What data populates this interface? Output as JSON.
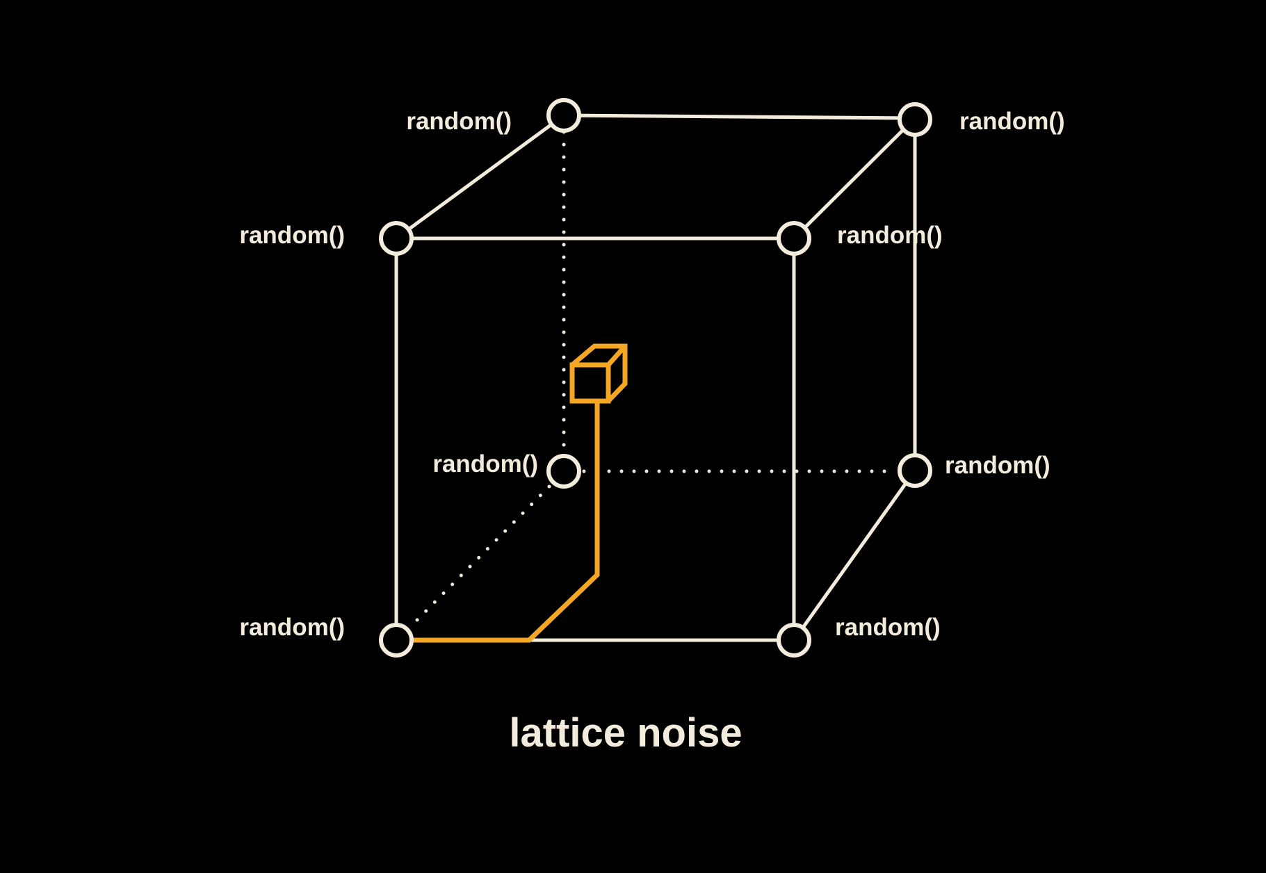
{
  "diagram": {
    "title": "lattice noise",
    "corner_labels": {
      "back_top_left": "random()",
      "back_top_right": "random()",
      "front_top_left": "random()",
      "front_top_right": "random()",
      "back_bottom_left": "random()",
      "back_bottom_right": "random()",
      "front_bottom_left": "random()",
      "front_bottom_right": "random()"
    },
    "colors": {
      "lines": "#f3ecdc",
      "highlight": "#f5a623",
      "background": "#000000"
    }
  }
}
